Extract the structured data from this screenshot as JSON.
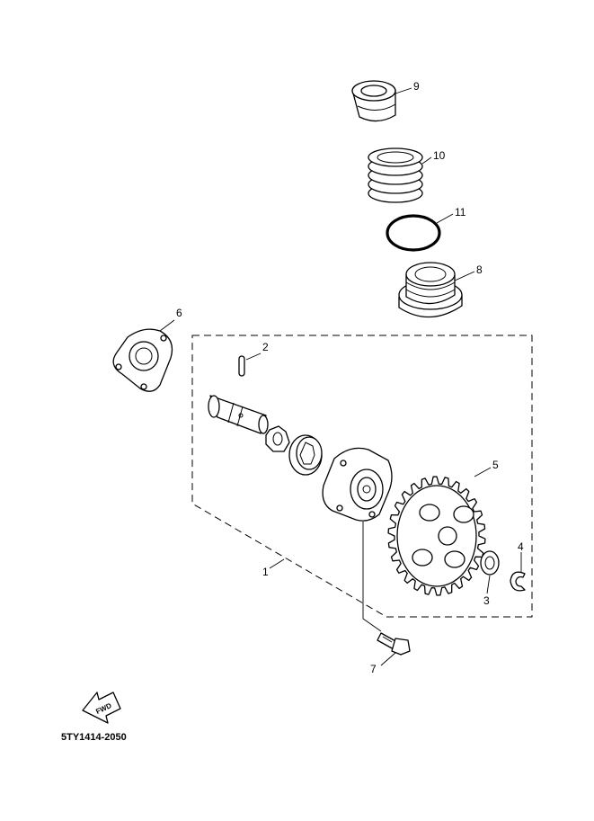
{
  "diagram_code": "5TY1414-2050",
  "fwd_label": "FWD",
  "callouts": [
    {
      "id": "1",
      "label": "1"
    },
    {
      "id": "2",
      "label": "2"
    },
    {
      "id": "3",
      "label": "3"
    },
    {
      "id": "4",
      "label": "4"
    },
    {
      "id": "5",
      "label": "5"
    },
    {
      "id": "6",
      "label": "6"
    },
    {
      "id": "7",
      "label": "7"
    },
    {
      "id": "8",
      "label": "8"
    },
    {
      "id": "9",
      "label": "9"
    },
    {
      "id": "10",
      "label": "10"
    },
    {
      "id": "11",
      "label": "11"
    }
  ]
}
